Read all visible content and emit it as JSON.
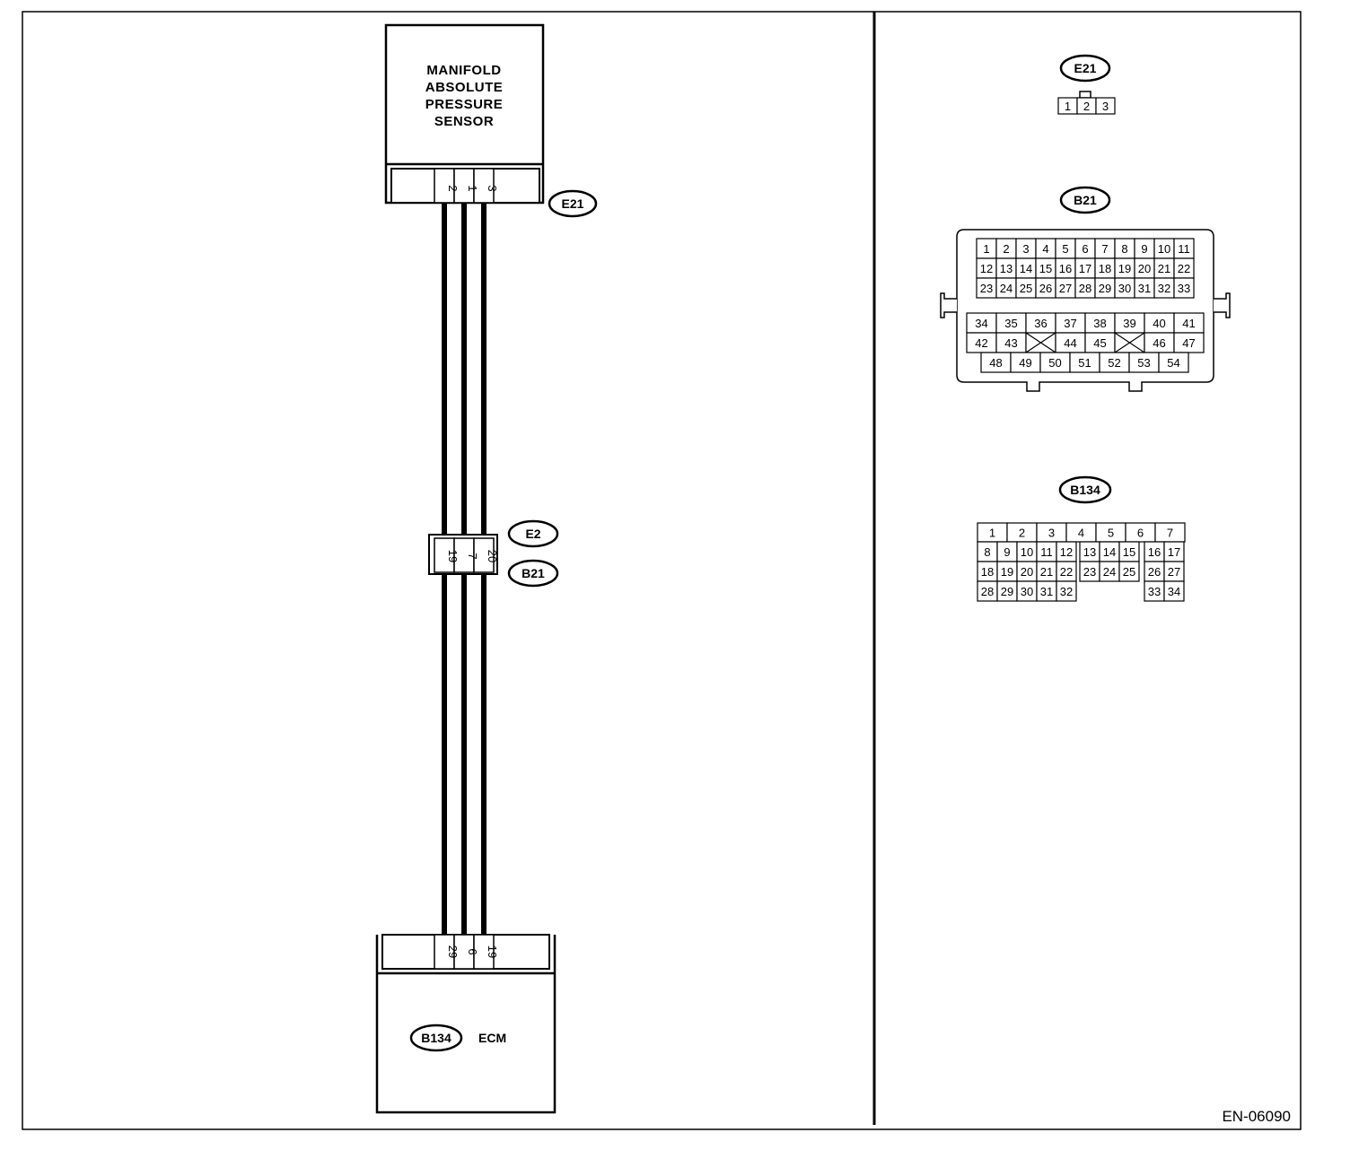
{
  "sensor": {
    "name_lines": [
      "MANIFOLD",
      "ABSOLUTE",
      "PRESSURE",
      "SENSOR"
    ],
    "connector_tag": "E21",
    "pins": [
      "2",
      "1",
      "3"
    ]
  },
  "joint": {
    "tags": [
      "E2",
      "B21"
    ],
    "pins": [
      "19",
      "7",
      "20"
    ]
  },
  "ecm": {
    "name": "ECM",
    "connector_tag": "B134",
    "pins": [
      "29",
      "6",
      "19"
    ]
  },
  "connector_views": {
    "e21": {
      "tag": "E21",
      "cavities": [
        "1",
        "2",
        "3"
      ]
    },
    "b21": {
      "tag": "B21",
      "upper_rows": [
        [
          "1",
          "2",
          "3",
          "4",
          "5",
          "6",
          "7",
          "8",
          "9",
          "10",
          "11"
        ],
        [
          "12",
          "13",
          "14",
          "15",
          "16",
          "17",
          "18",
          "19",
          "20",
          "21",
          "22"
        ],
        [
          "23",
          "24",
          "25",
          "26",
          "27",
          "28",
          "29",
          "30",
          "31",
          "32",
          "33"
        ]
      ],
      "lower_rows": [
        [
          "34",
          "35",
          "36",
          "37",
          "38",
          "39",
          "40",
          "41"
        ],
        [
          "42",
          "43",
          "",
          "44",
          "45",
          "",
          "46",
          "47"
        ],
        [
          "48",
          "49",
          "50",
          "51",
          "52",
          "53",
          "54"
        ]
      ]
    },
    "b134": {
      "tag": "B134",
      "top_row": [
        "1",
        "2",
        "3",
        "4",
        "5",
        "6",
        "7"
      ],
      "rows": [
        [
          "8",
          "9",
          "10",
          "11",
          "12",
          "13",
          "14",
          "15",
          "16",
          "17"
        ],
        [
          "18",
          "19",
          "20",
          "21",
          "22",
          "23",
          "24",
          "25",
          "26",
          "27"
        ],
        [
          "28",
          "29",
          "30",
          "31",
          "32",
          "",
          "",
          "",
          "33",
          "34"
        ]
      ]
    }
  },
  "reference_code": "EN-06090"
}
